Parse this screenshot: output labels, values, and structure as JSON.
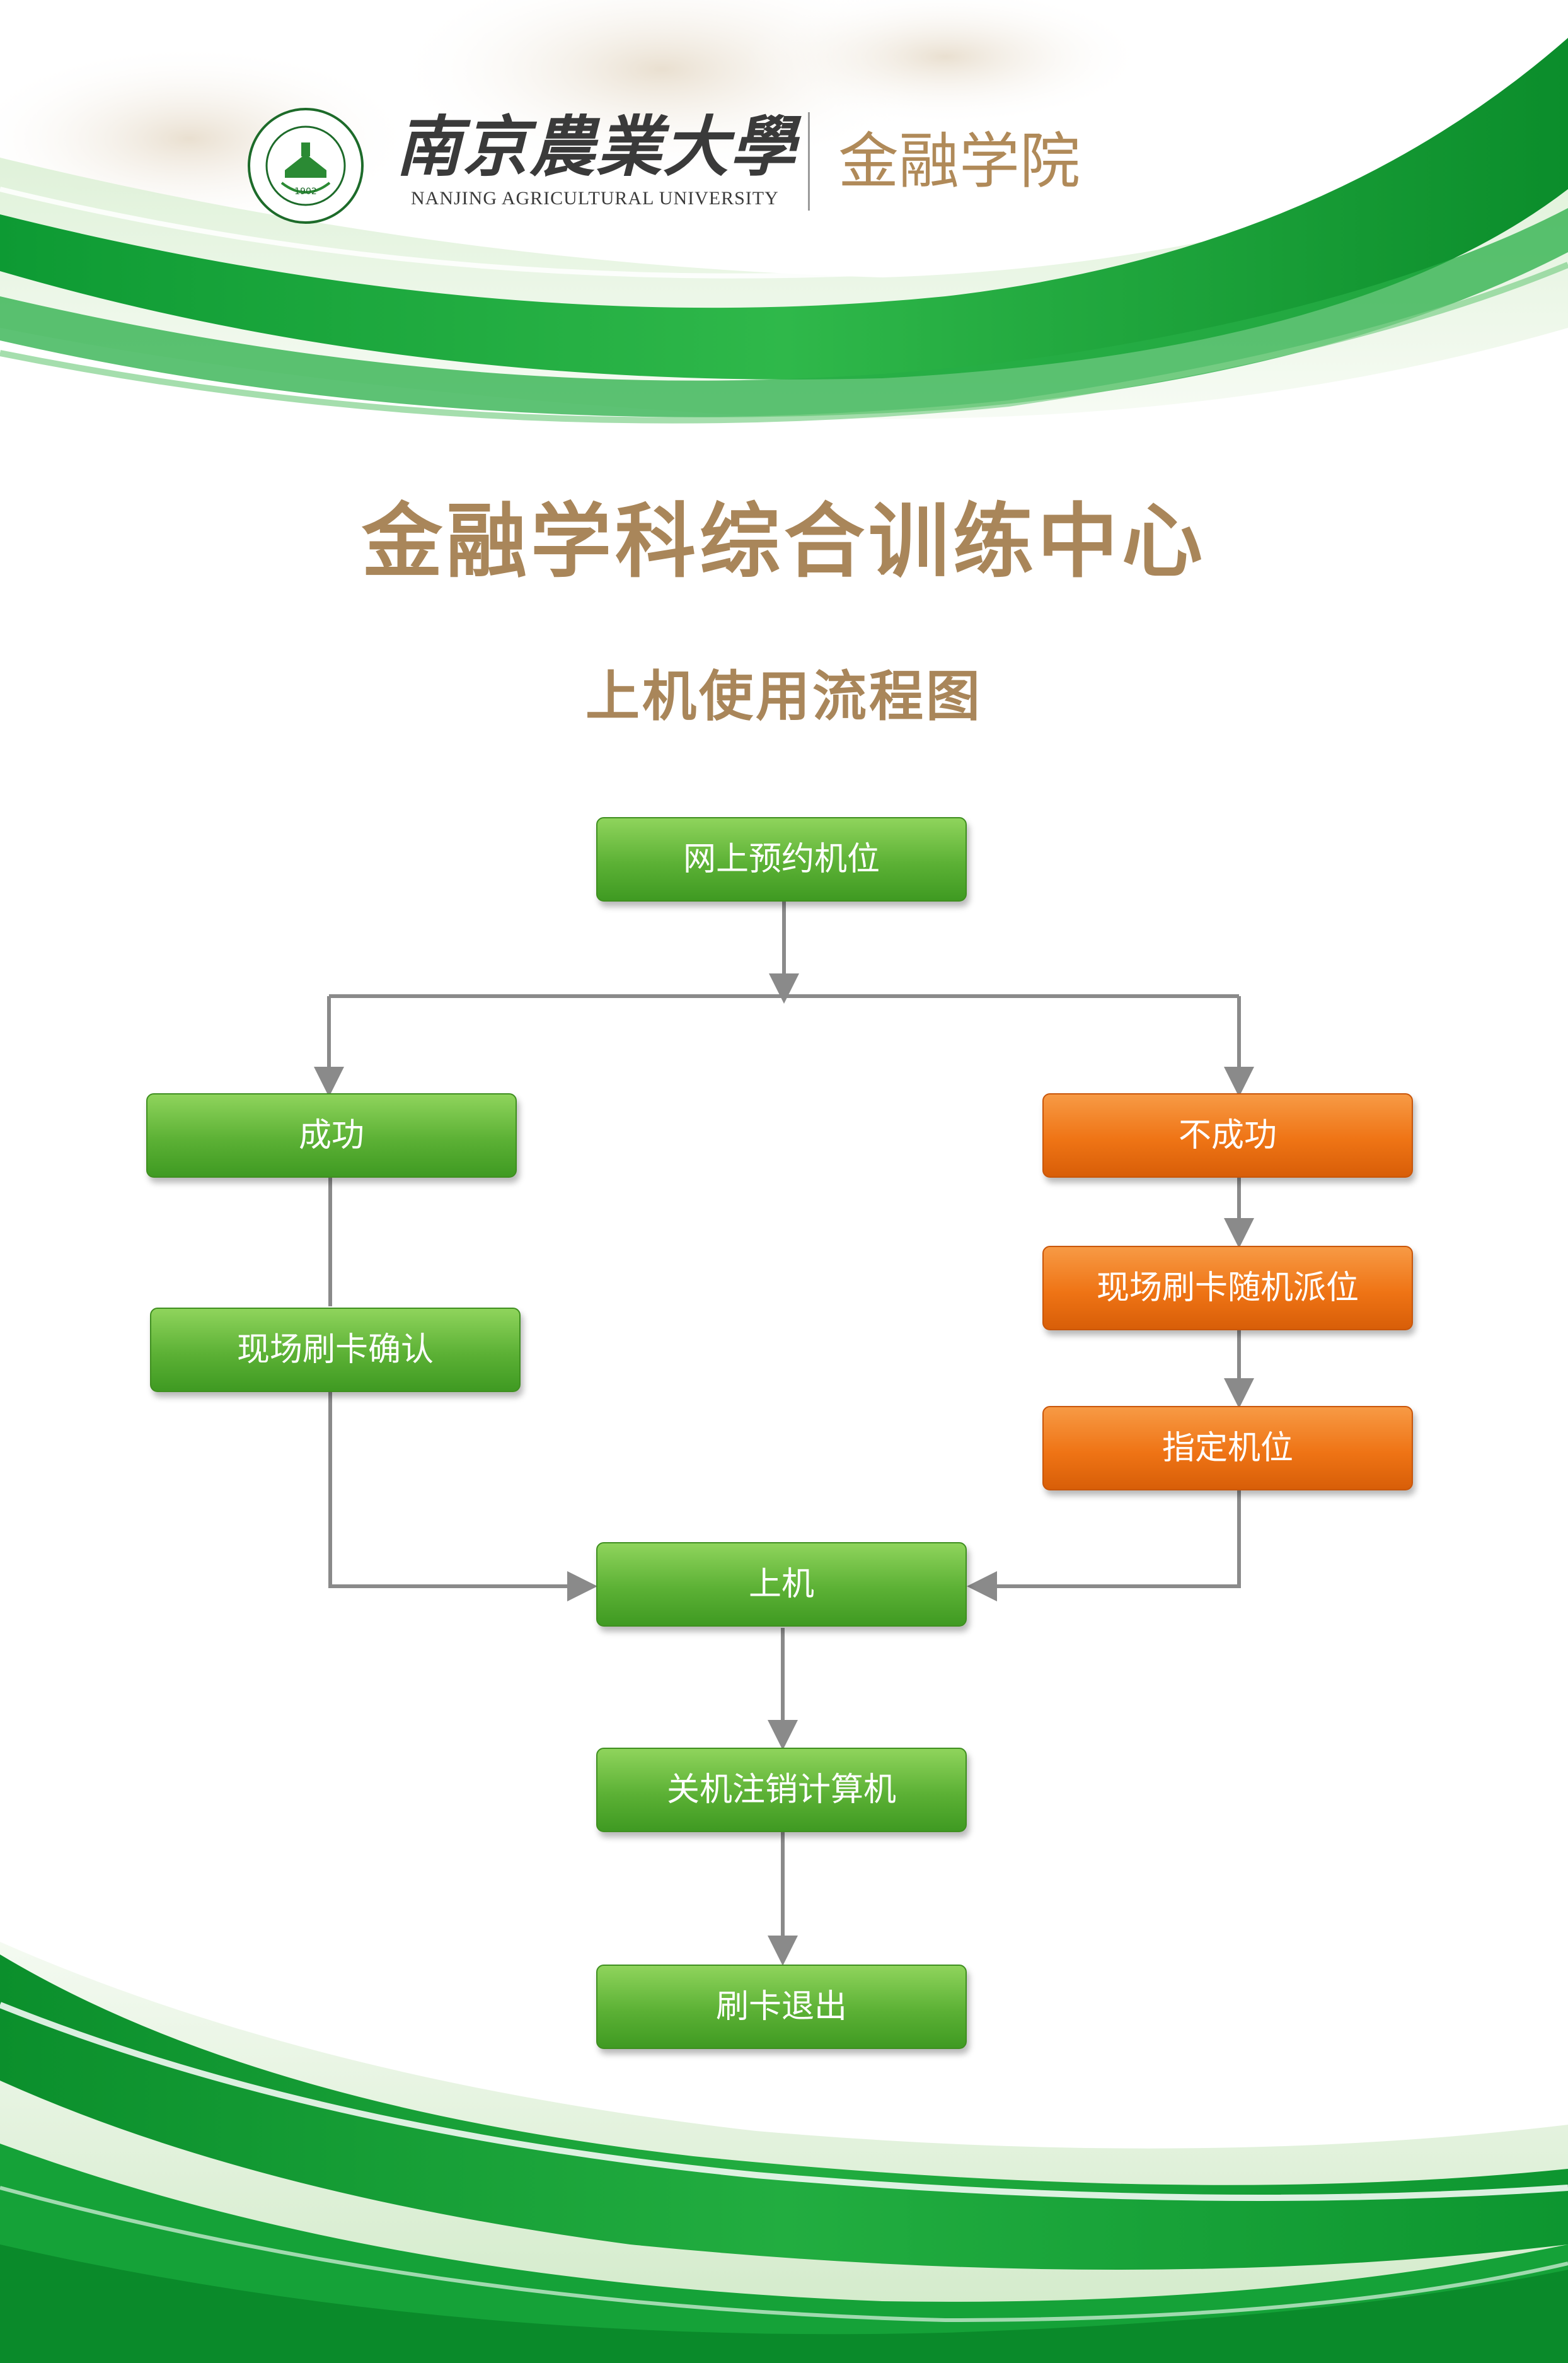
{
  "header": {
    "university_zh": "南京農業大學",
    "university_en": "NANJING AGRICULTURAL UNIVERSITY",
    "college": "金融学院",
    "logo_year": "1902"
  },
  "title": "金融学科综合训练中心",
  "subtitle": "上机使用流程图",
  "flow": {
    "reserve": "网上预约机位",
    "success": "成功",
    "fail": "不成功",
    "confirm_card": "现场刷卡确认",
    "random_assign": "现场刷卡随机派位",
    "assign_seat": "指定机位",
    "use_computer": "上机",
    "shutdown": "关机注销计算机",
    "exit": "刷卡退出"
  },
  "colors": {
    "green_node": "#5cb135",
    "orange_node": "#ef7415",
    "title_gold": "#a9865a",
    "band_green": "#1ea83a",
    "arrow_gray": "#8a8a8a"
  }
}
